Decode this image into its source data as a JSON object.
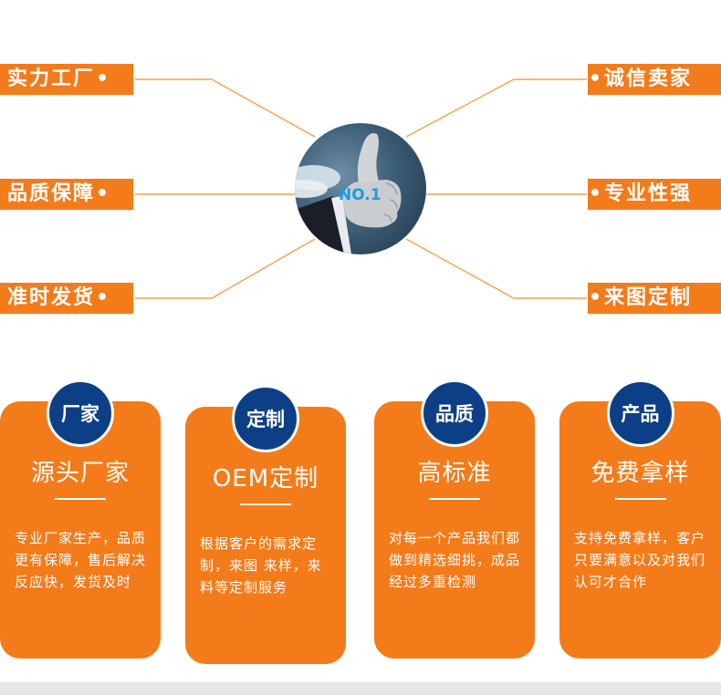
{
  "labels_left": [
    "实力工厂",
    "品质保障",
    "准时发货"
  ],
  "labels_right": [
    "诚信卖家",
    "专业性强",
    "来图定制"
  ],
  "dot": "•",
  "center_badge_text": "NO.1",
  "cards": [
    {
      "badge": "厂家",
      "title": "源头厂家",
      "desc": "专业厂家生产，品质更有保障，售后解决反应快，发货及时"
    },
    {
      "badge": "定制",
      "title": "OEM定制",
      "desc": "根据客户的需求定制，来图 来样，来料等定制服务"
    },
    {
      "badge": "品质",
      "title": "高标准",
      "desc": "对每一个产品我们都做到精选细挑，成品经过多重检测"
    },
    {
      "badge": "产品",
      "title": "免费拿样",
      "desc": "支持免费拿样，客户只要满意以及对我们认可才合作"
    }
  ],
  "colors": {
    "accent": "#f47b1a",
    "badge": "#0d3f86",
    "line": "#f4a24a"
  },
  "icons": {
    "center": "thumbs-up-no1-icon"
  }
}
